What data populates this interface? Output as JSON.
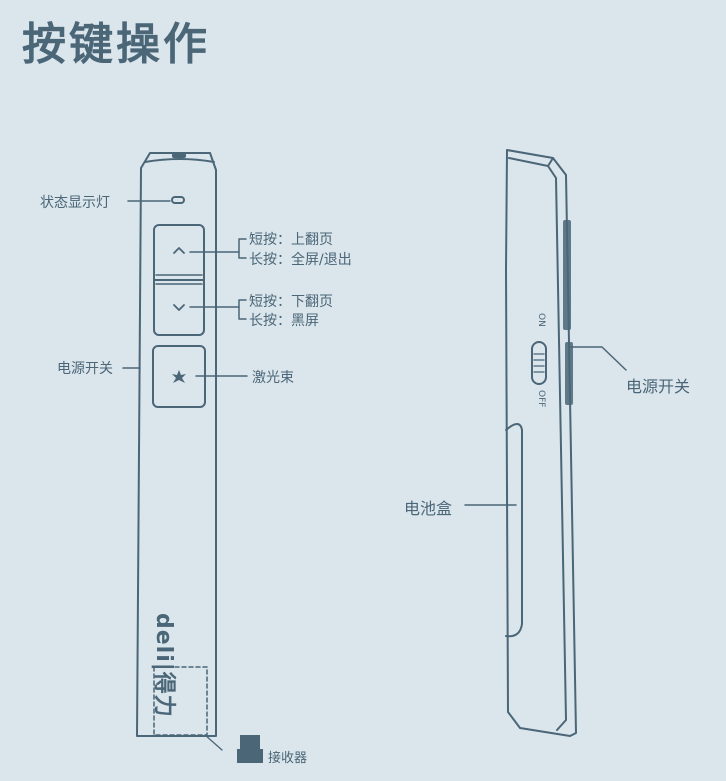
{
  "title": "按键操作",
  "front": {
    "brand": "deli|得力",
    "labels": {
      "status_light": "状态显示灯",
      "power_switch": "电源开关",
      "up_short": "短按：上翻页",
      "up_long": "长按：全屏/退出",
      "down_short": "短按：下翻页",
      "down_long": "长按：黑屏",
      "laser": "激光束",
      "receiver": "接收器"
    }
  },
  "side": {
    "switch_on": "ON",
    "switch_off": "OFF",
    "labels": {
      "power_switch": "电源开关",
      "battery_box": "电池盒"
    }
  }
}
